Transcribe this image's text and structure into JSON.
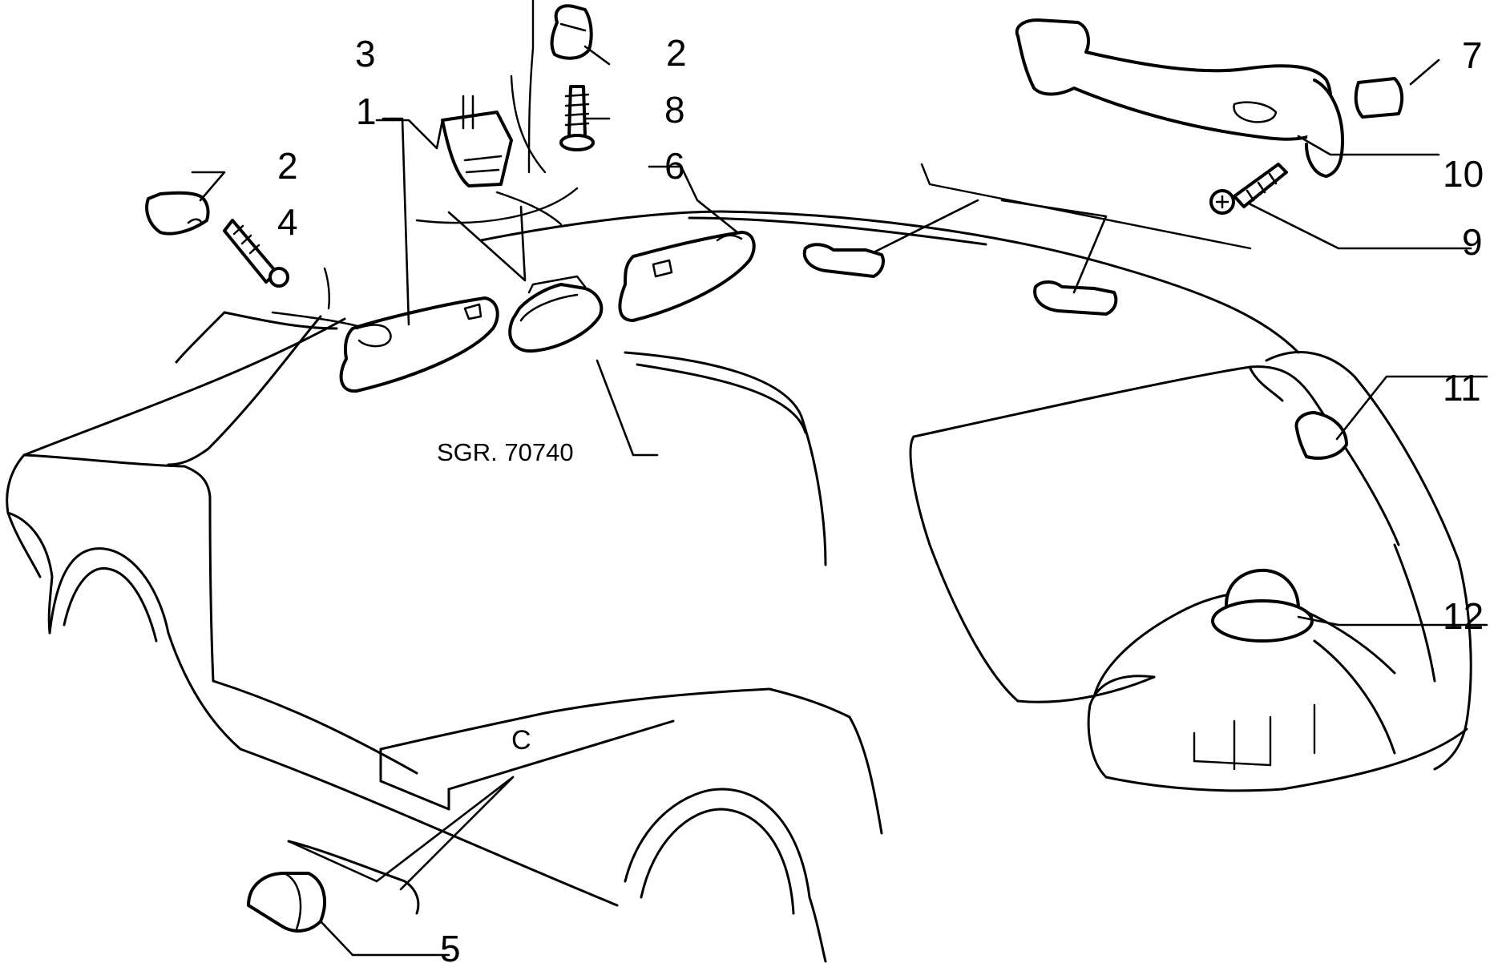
{
  "callouts": {
    "c1": "1",
    "c2a": "2",
    "c2b": "2",
    "c3": "3",
    "c4": "4",
    "c5": "5",
    "c6": "6",
    "c7": "7",
    "c8": "8",
    "c9": "9",
    "c10": "10",
    "c11": "11",
    "c12": "12"
  },
  "reference": "SGR. 70740",
  "body_marking": "C"
}
